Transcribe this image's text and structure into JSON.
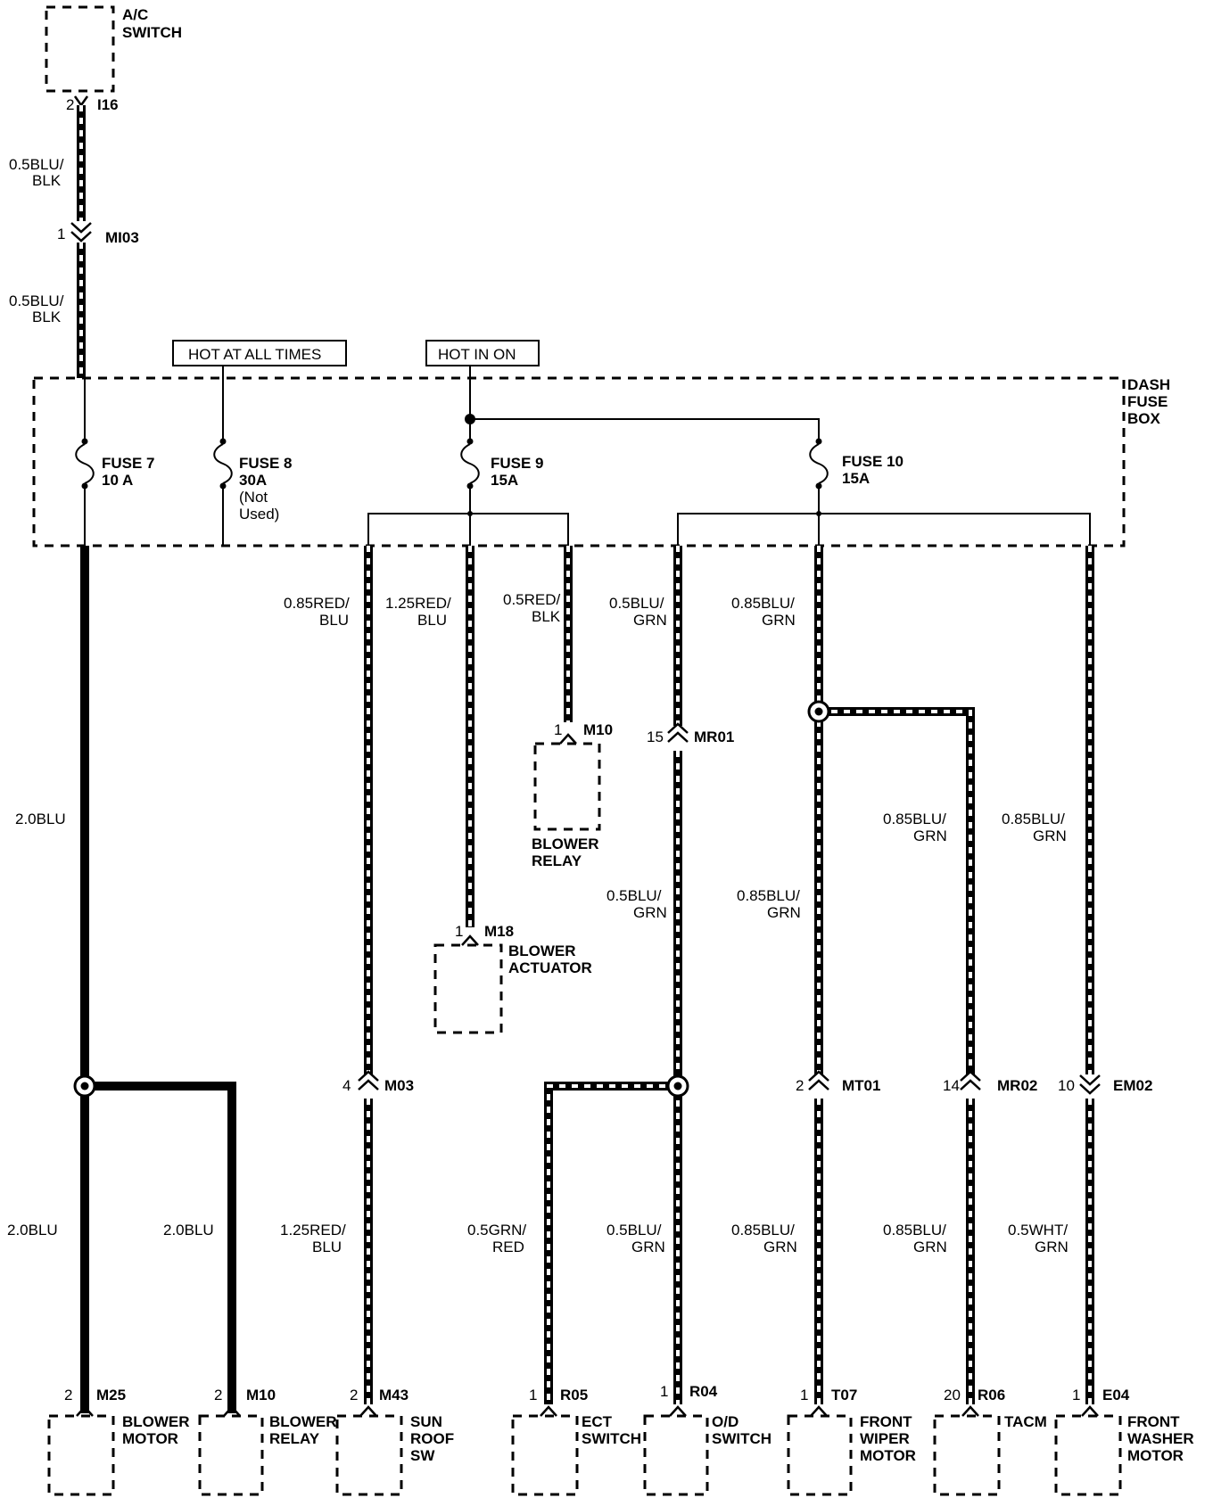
{
  "hot_labels": {
    "all_times": "HOT AT ALL TIMES",
    "in_on": "HOT IN ON"
  },
  "fuse_box_label": [
    "DASH",
    "FUSE",
    "BOX"
  ],
  "fuses": {
    "f7": [
      "FUSE 7",
      "10 A"
    ],
    "f8": [
      "FUSE 8",
      "30A",
      "(Not",
      "Used)"
    ],
    "f9": [
      "FUSE 9",
      "15A"
    ],
    "f10": [
      "FUSE 10",
      "15A"
    ]
  },
  "ac_switch": {
    "name": [
      "A/C",
      "SWITCH"
    ],
    "pin": "2",
    "connector": "I16"
  },
  "inline_connectors": {
    "mi03": {
      "pin": "1",
      "id": "MI03"
    },
    "mr01": {
      "pin": "15",
      "id": "MR01"
    },
    "m03": {
      "pin": "4",
      "id": "M03"
    },
    "mt01": {
      "pin": "2",
      "id": "MT01"
    },
    "mr02": {
      "pin": "14",
      "id": "MR02"
    },
    "em02": {
      "pin": "10",
      "id": "EM02"
    }
  },
  "wire_labels": {
    "ac_upper": [
      "0.5BLU/",
      "BLK"
    ],
    "ac_lower": [
      "0.5BLU/",
      "BLK"
    ],
    "fuse7_main": "2.0BLU",
    "blower_motor": "2.0BLU",
    "blower_relay_low": "2.0BLU",
    "f9_left": [
      "0.85RED/",
      "BLU"
    ],
    "f9_mid": [
      "1.25RED/",
      "BLU"
    ],
    "f9_right": [
      "0.5RED/",
      "BLK"
    ],
    "f10_a": [
      "0.5BLU/",
      "GRN"
    ],
    "f10_b": [
      "0.85BLU/",
      "GRN"
    ],
    "tacm_up": [
      "0.85BLU/",
      "GRN"
    ],
    "washer_up": [
      "0.85BLU/",
      "GRN"
    ],
    "od_up": [
      "0.5BLU/",
      "GRN"
    ],
    "wiper_up": [
      "0.85BLU/",
      "GRN"
    ],
    "sunroof": [
      "1.25RED/",
      "BLU"
    ],
    "ect": [
      "0.5GRN/",
      "RED"
    ],
    "od_low": [
      "0.5BLU/",
      "GRN"
    ],
    "wiper_low": [
      "0.85BLU/",
      "GRN"
    ],
    "tacm_low": [
      "0.85BLU/",
      "GRN"
    ],
    "washer_low": [
      "0.5WHT/",
      "GRN"
    ]
  },
  "upper_components": {
    "blower_relay": {
      "pin": "1",
      "connector": "M10",
      "name": [
        "BLOWER",
        "RELAY"
      ]
    },
    "blower_actuator": {
      "pin": "1",
      "connector": "M18",
      "name": [
        "BLOWER",
        "ACTUATOR"
      ]
    }
  },
  "bottom_components": [
    {
      "pin": "2",
      "connector": "M25",
      "name": [
        "BLOWER",
        "MOTOR"
      ]
    },
    {
      "pin": "2",
      "connector": "M10",
      "name": [
        "BLOWER",
        "RELAY"
      ]
    },
    {
      "pin": "2",
      "connector": "M43",
      "name": [
        "SUN",
        "ROOF",
        "SW"
      ]
    },
    {
      "pin": "1",
      "connector": "R05",
      "name": [
        "ECT",
        "SWITCH"
      ]
    },
    {
      "pin": "1",
      "connector": "R04",
      "name": [
        "O/D",
        "SWITCH"
      ]
    },
    {
      "pin": "1",
      "connector": "T07",
      "name": [
        "FRONT",
        "WIPER",
        "MOTOR"
      ]
    },
    {
      "pin": "20",
      "connector": "R06",
      "name": [
        "TACM"
      ]
    },
    {
      "pin": "1",
      "connector": "E04",
      "name": [
        "FRONT",
        "WASHER",
        "MOTOR"
      ]
    }
  ]
}
